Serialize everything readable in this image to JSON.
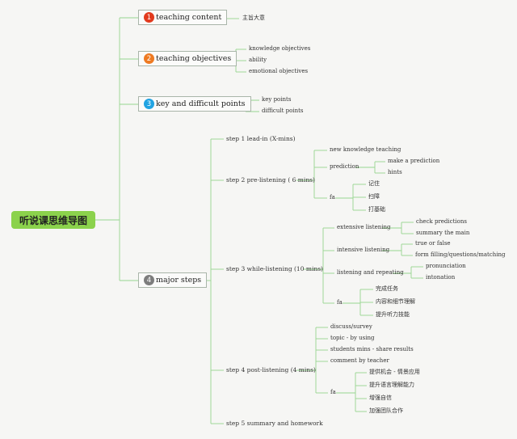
{
  "root": {
    "title": "听说课思维导图"
  },
  "colors": {
    "line": "#97d58f",
    "badge1": "#e23a1e",
    "badge2": "#ee7a22",
    "badge3": "#21a3e2",
    "badge4": "#7d7d7d"
  },
  "sections": [
    {
      "num": "1",
      "label": "teaching content",
      "children": [
        "主旨大意"
      ]
    },
    {
      "num": "2",
      "label": "teaching objectives",
      "children": [
        "knowledge objectives",
        "ability",
        "emotional objectives"
      ]
    },
    {
      "num": "3",
      "label": "key and difficult points",
      "children": [
        "key points",
        "difficult points"
      ]
    },
    {
      "num": "4",
      "label": "major steps"
    }
  ],
  "steps": {
    "step1": "step 1 lead-in (X-mins)",
    "step2": {
      "label": "step 2 pre-listening ( 6 mins)",
      "new_knowledge": "new knowledge teaching",
      "prediction": "prediction",
      "prediction_children": [
        "make a prediction",
        "hints"
      ],
      "fa": "fa",
      "fa_children": [
        "记住",
        "扫障",
        "打基础"
      ]
    },
    "step3": {
      "label": "step 3 while-listening (10 mins)",
      "extensive": "extensive listening",
      "extensive_children": [
        "check predictions",
        "summary the main"
      ],
      "intensive": "intensive listening",
      "intensive_children": [
        "true or false",
        "form filling/questions/matching"
      ],
      "repeating": "listening and repeating",
      "repeating_children": [
        "pronunciation",
        "intonation"
      ],
      "fa": "fa",
      "fa_children": [
        "完成任务",
        "内容和细节理解",
        "提升听力技能"
      ]
    },
    "step4": {
      "label": "step 4 post-listening (4 mins)",
      "items": [
        "discuss/survey",
        "topic - by using",
        "students mins - share results",
        "comment by teacher"
      ],
      "fa": "fa",
      "fa_children": [
        "提供机会 - 情景应用",
        "提升语言理解能力",
        "增强自信",
        "加强团队合作"
      ]
    },
    "step5": "step 5 summary and homework"
  }
}
